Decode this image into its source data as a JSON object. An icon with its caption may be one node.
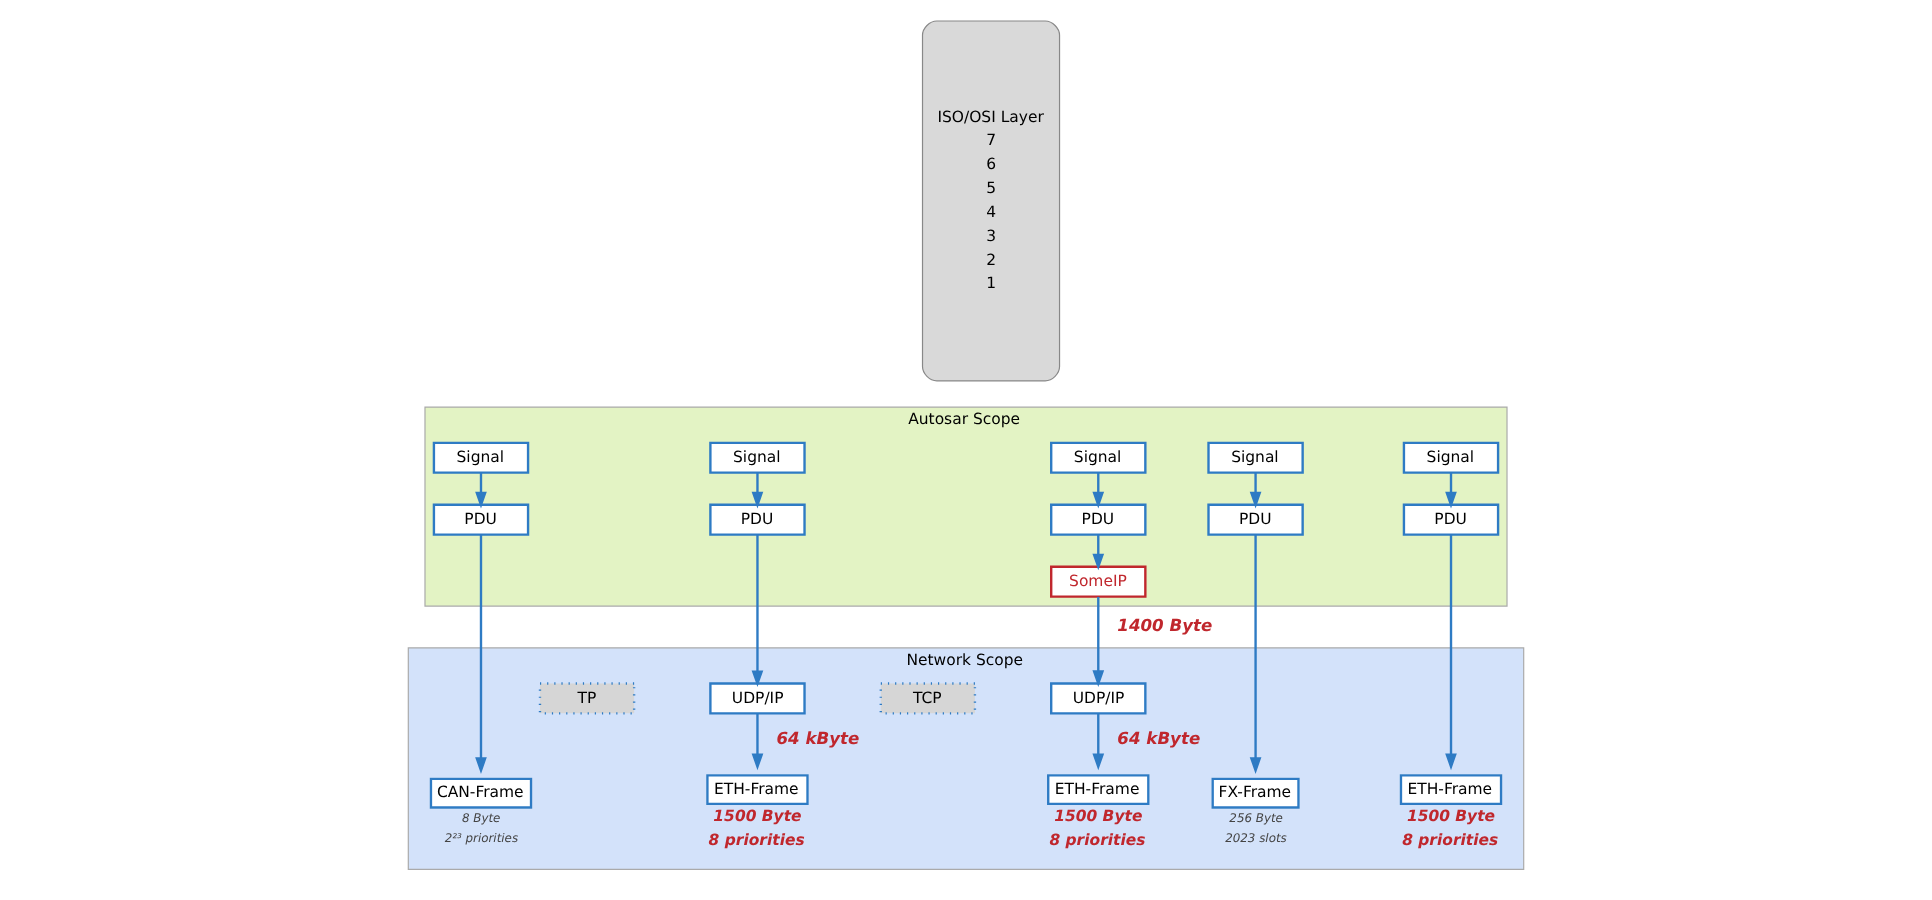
{
  "diagram": {
    "nodes": [
      {
        "text": [
          "ISO/OSI Layer",
          "7",
          "6",
          "5",
          "4",
          "3",
          "2",
          "1"
        ]
      },
      {
        "text": [
          "Autosar Scope"
        ]
      },
      {
        "text": [
          "Signal"
        ],
        "in": 1
      },
      {
        "text": [
          "Signal"
        ],
        "in": 1
      },
      {
        "text": [
          "Signal"
        ],
        "in": 1
      },
      {
        "text": [
          "Signal"
        ],
        "in": 1
      },
      {
        "text": [
          "Signal"
        ],
        "in": 1
      },
      {
        "text": [
          "PDU"
        ],
        "in": 1
      },
      {
        "text": [
          "PDU"
        ],
        "in": 1
      },
      {
        "text": [
          "PDU"
        ],
        "in": 1
      },
      {
        "text": [
          "PDU"
        ],
        "in": 1
      },
      {
        "text": [
          "PDU"
        ],
        "in": 1
      },
      {
        "text": [
          "SomeIP"
        ],
        "in": 1
      },
      {
        "text": [
          "Network Scope"
        ]
      },
      {
        "text": [
          "TP"
        ],
        "in": 13
      },
      {
        "text": [
          "TCP"
        ],
        "in": 13
      },
      {
        "text": [
          "UDP/IP"
        ],
        "in": 13
      },
      {
        "text": [
          "UDP/IP"
        ],
        "in": 13
      },
      {
        "text": [
          "CAN-Frame"
        ],
        "in": 13,
        "beside": [
          "8 Byte",
          "2²³ priorities"
        ]
      },
      {
        "text": [
          "FX-Frame"
        ],
        "in": 13,
        "beside": [
          "256 Byte",
          "2023 slots"
        ]
      },
      {
        "text": [
          "ETH-Frame"
        ],
        "in": 13,
        "beside": [
          "1500 Byte",
          "8 priorities"
        ]
      },
      {
        "text": [
          "ETH-Frame"
        ],
        "in": 13,
        "beside": [
          "1500 Byte",
          "8 priorities"
        ]
      },
      {
        "text": [
          "ETH-Frame"
        ],
        "in": 13,
        "beside": [
          "1500 Byte",
          "8 priorities"
        ]
      }
    ],
    "edges": [
      {
        "from": 2,
        "to": 7,
        "arrow": "to"
      },
      {
        "from": 3,
        "to": 8,
        "arrow": "to"
      },
      {
        "from": 4,
        "to": 9,
        "arrow": "to"
      },
      {
        "from": 5,
        "to": 10,
        "arrow": "to"
      },
      {
        "from": 6,
        "to": 11,
        "arrow": "to"
      },
      {
        "from": 7,
        "to": 18,
        "arrow": "to"
      },
      {
        "from": 8,
        "to": 19,
        "arrow": "to"
      },
      {
        "from": 9,
        "to": 20,
        "arrow": "to"
      },
      {
        "from": 10,
        "to": 16,
        "arrow": "to"
      },
      {
        "from": 11,
        "to": 12,
        "arrow": "to"
      },
      {
        "from": 12,
        "to": 17,
        "arrow": "to",
        "label": "1400 Byte"
      },
      {
        "from": 16,
        "to": 21,
        "arrow": "to",
        "label": "64 kByte"
      },
      {
        "from": 17,
        "to": 22,
        "arrow": "to",
        "label": "64 kByte"
      }
    ]
  }
}
